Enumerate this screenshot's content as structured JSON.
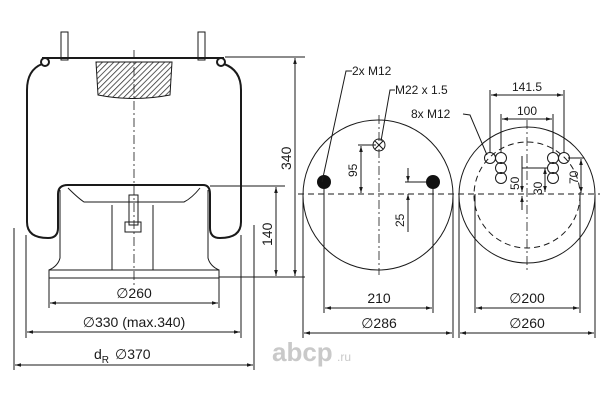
{
  "side_view": {
    "height_total": "340",
    "height_piston": "140",
    "piston_diameter": "∅260",
    "bellows_diameter": "∅330 (max.340)",
    "rolling_diameter_symbol": "d",
    "rolling_diameter_subscript": "R",
    "rolling_diameter": "∅370"
  },
  "top_view": {
    "stud_callout": "2x M12",
    "air_port_callout": "M22 x 1.5",
    "dim_95": "95",
    "dim_25": "25",
    "stud_spacing": "210",
    "plate_diameter": "∅286"
  },
  "bottom_view": {
    "bolt_callout": "8x M12",
    "dim_141_5": "141.5",
    "dim_100": "100",
    "dim_50": "50",
    "dim_30": "30",
    "dim_70": "70",
    "inner_diameter": "∅200",
    "outer_diameter": "∅260"
  },
  "watermark": {
    "brand": "abcp",
    "tld": ".ru"
  }
}
